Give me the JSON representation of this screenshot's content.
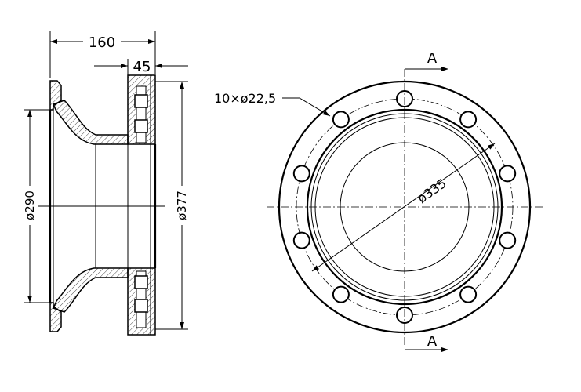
{
  "side_view": {
    "dim_overall_width": "160",
    "dim_flange_width": "45",
    "dim_inner_diameter": "ø290",
    "dim_outer_diameter": "ø377"
  },
  "front_view": {
    "bolt_hole_callout": "10×ø22,5",
    "pitch_diameter": "ø335",
    "section_label_top": "A",
    "section_label_bottom": "A",
    "bolt_hole_count": 10
  }
}
